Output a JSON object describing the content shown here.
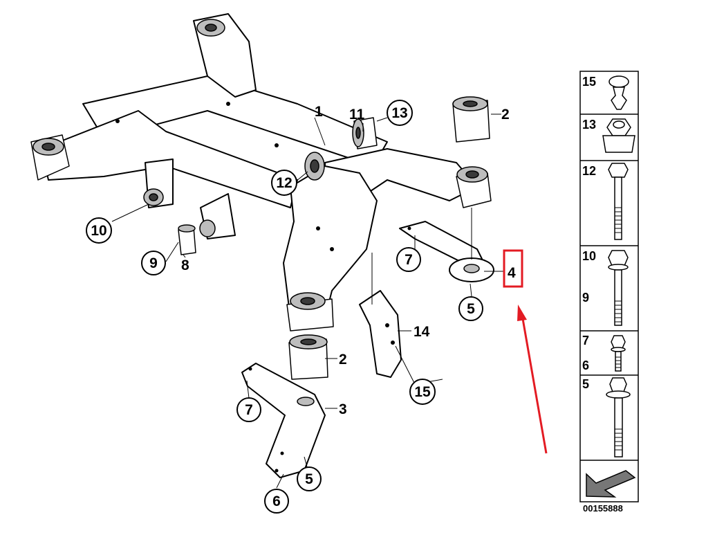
{
  "diagram": {
    "id": "00155888",
    "highlight_color": "#e31b23",
    "arrow_color": "#e31b23",
    "callouts": {
      "c1": "1",
      "c2a": "2",
      "c2b": "2",
      "c3": "3",
      "c4": "4",
      "c5a": "5",
      "c5b": "5",
      "c6": "6",
      "c7a": "7",
      "c7b": "7",
      "c8": "8",
      "c9": "9",
      "c10": "10",
      "c11": "11",
      "c12": "12",
      "c13": "13",
      "c14": "14",
      "c15": "15"
    }
  },
  "legend": {
    "rows": [
      {
        "labels": [
          "15"
        ],
        "icon": "push-clip-icon"
      },
      {
        "labels": [
          "13"
        ],
        "icon": "nut-icon"
      },
      {
        "labels": [
          "12"
        ],
        "icon": "long-bolt-icon"
      },
      {
        "labels": [
          "10",
          "9"
        ],
        "icon": "bolt-icon"
      },
      {
        "labels": [
          "7",
          "6"
        ],
        "icon": "short-bolt-icon"
      },
      {
        "labels": [
          "5"
        ],
        "icon": "flange-bolt-icon"
      }
    ],
    "footer_icon": "direction-arrow-icon"
  }
}
